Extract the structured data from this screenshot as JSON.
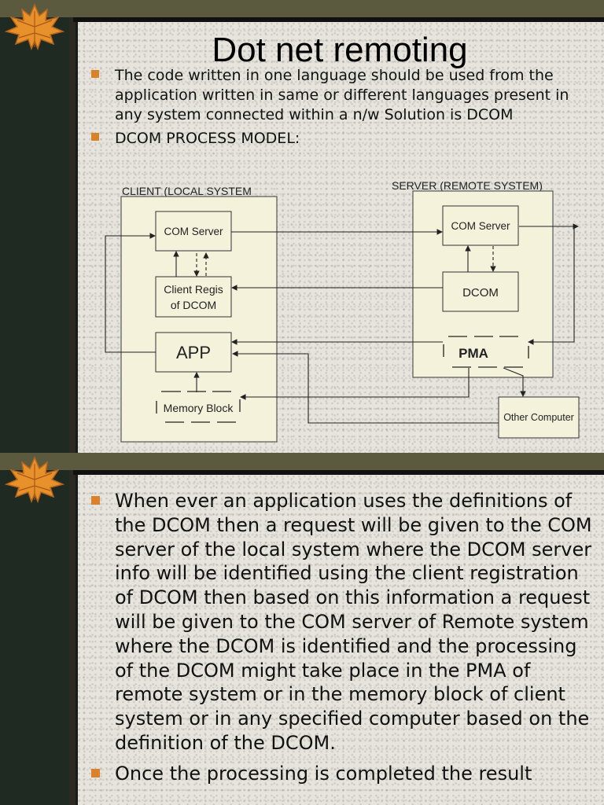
{
  "slide1": {
    "title": "Dot net remoting",
    "bullets": [
      "The code written in one language should be used from the application written in same or different languages present in any system connected within a n/w Solution is DCOM",
      "DCOM PROCESS MODEL:"
    ],
    "diagram": {
      "client_label": "CLIENT (LOCAL SYSTEM",
      "server_label": "SERVER (REMOTE SYSTEM)",
      "client_com_server": "COM Server",
      "client_regis_line1": "Client Regis",
      "client_regis_line2": "of DCOM",
      "app": "APP",
      "memory_block": "Memory Block",
      "server_com_server": "COM Server",
      "dcom": "DCOM",
      "pma": "PMA",
      "other_computer": "Other Computer"
    }
  },
  "slide2": {
    "bullets": [
      "When ever an application uses the definitions of the DCOM then a request will be given to the COM server of the local system where the DCOM server info will be identified using the client registration of DCOM then based on this information a request will be given to the COM server of Remote system where the DCOM is identified and the processing of the DCOM might take place in the PMA of remote system or in the memory block of client system or in any specified computer based on the definition of the DCOM.",
      "Once the processing is completed the result"
    ]
  },
  "colors": {
    "bullet": "#d9822b",
    "panel": "#e6e4dc",
    "box_fill": "#f5f2dc",
    "sidebar": "#1f2a22",
    "leaf": "#e8902a"
  }
}
